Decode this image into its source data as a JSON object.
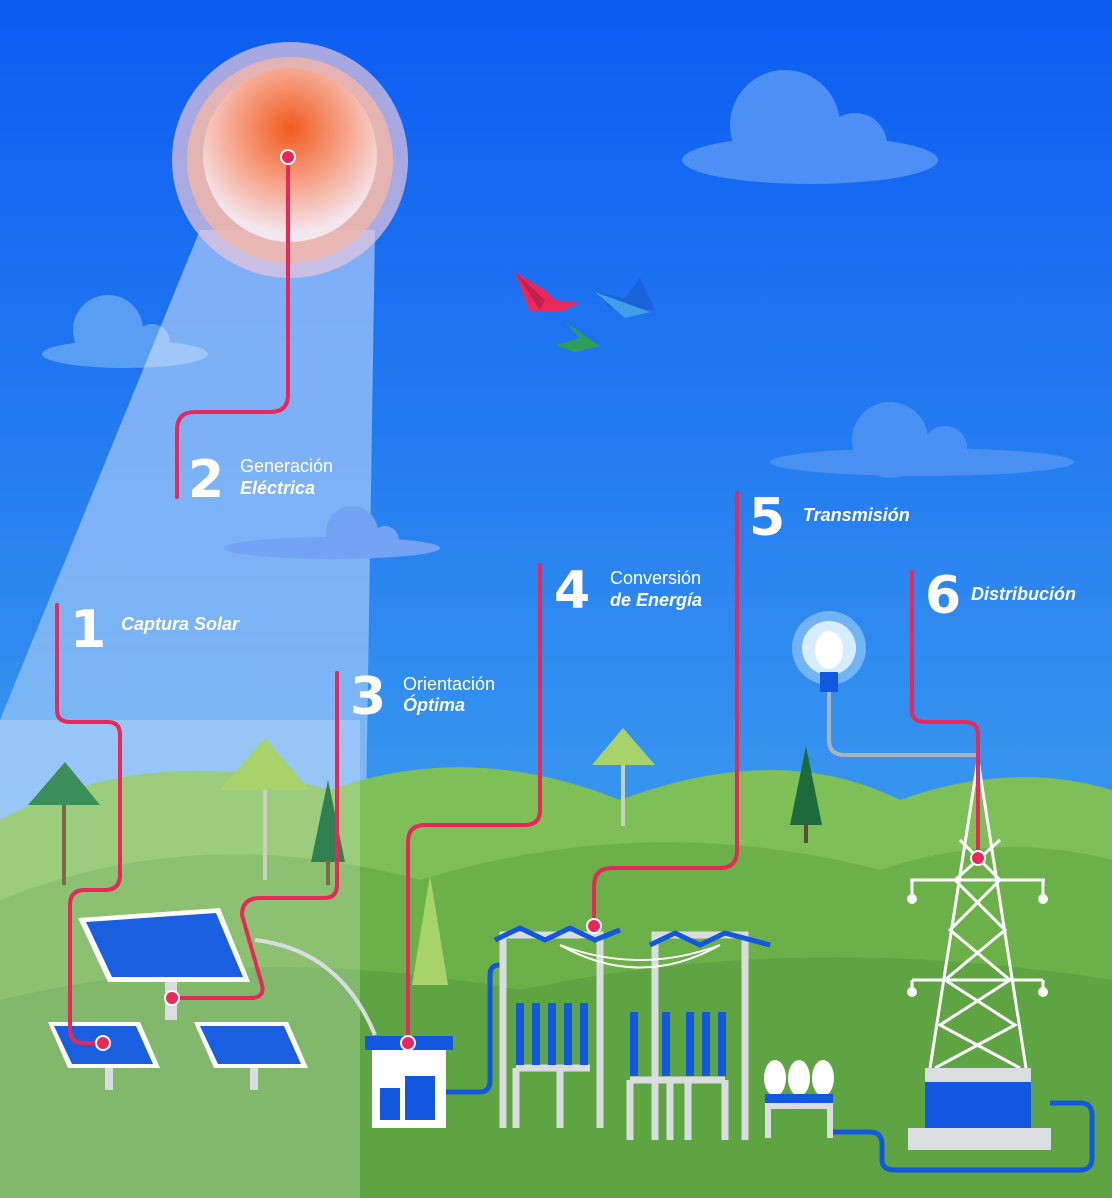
{
  "colors": {
    "sky_top": "#0b5cf2",
    "sky_bottom": "#4fa6ee",
    "line": "#e8285a",
    "hill": "#6cb04a",
    "structure": "#d9dde0",
    "equipment": "#1257e0"
  },
  "steps": [
    {
      "number": "1",
      "line1": "",
      "line2": "Captura Solar"
    },
    {
      "number": "2",
      "line1": "Generación",
      "line2": "Eléctrica"
    },
    {
      "number": "3",
      "line1": "Orientación",
      "line2": "Óptima"
    },
    {
      "number": "4",
      "line1": "Conversión",
      "line2_plain": "de ",
      "line2": "Energía"
    },
    {
      "number": "5",
      "line1": "",
      "line2": "Transmisión"
    },
    {
      "number": "6",
      "line1": "",
      "line2": "Distribución"
    }
  ]
}
